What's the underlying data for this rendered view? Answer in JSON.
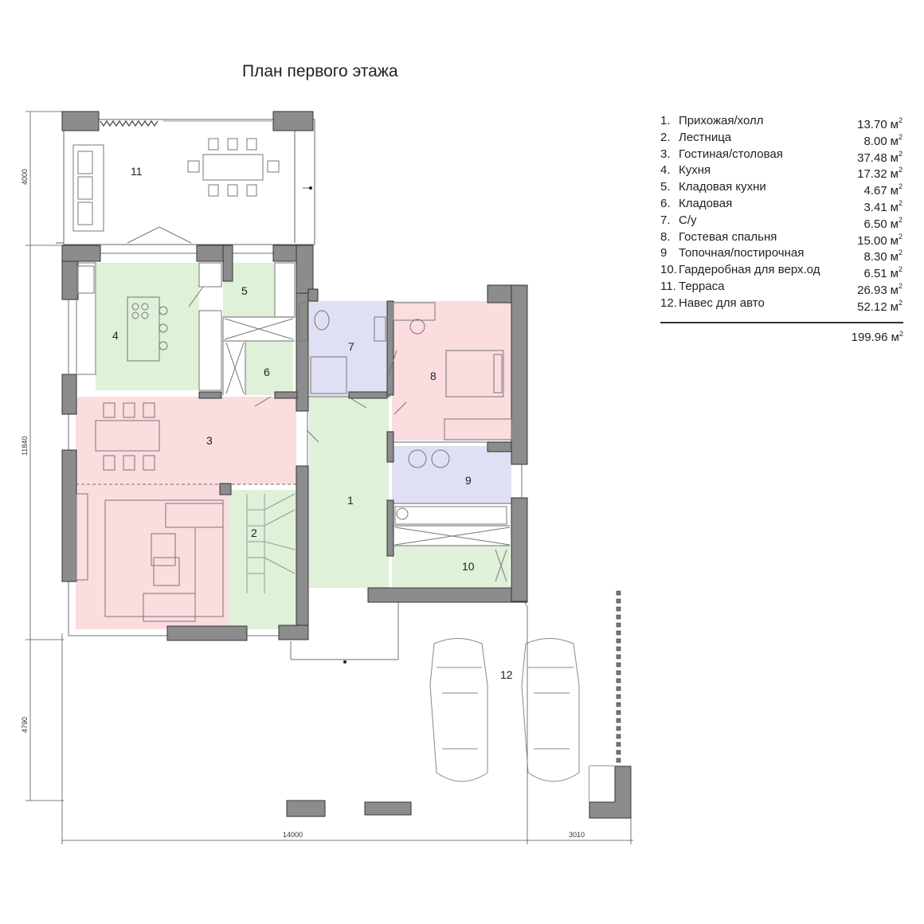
{
  "title": "План первого этажа",
  "legend": {
    "items": [
      {
        "num": "1.",
        "name": "Прихожая/холл",
        "area": "13.70",
        "unit": "м",
        "exp": "2"
      },
      {
        "num": "2.",
        "name": "Лестница",
        "area": "8.00",
        "unit": "м",
        "exp": "2"
      },
      {
        "num": "3.",
        "name": "Гостиная/столовая",
        "area": "37.48",
        "unit": "м",
        "exp": "2"
      },
      {
        "num": "4.",
        "name": "Кухня",
        "area": "17.32",
        "unit": "м",
        "exp": "2"
      },
      {
        "num": "5.",
        "name": "Кладовая кухни",
        "area": "4.67",
        "unit": "м",
        "exp": "2"
      },
      {
        "num": "6.",
        "name": "Кладовая",
        "area": "3.41",
        "unit": "м",
        "exp": "2"
      },
      {
        "num": "7.",
        "name": "С/у",
        "area": "6.50",
        "unit": "м",
        "exp": "2"
      },
      {
        "num": "8.",
        "name": "Гостевая спальня",
        "area": "15.00",
        "unit": "м",
        "exp": "2"
      },
      {
        "num": "9",
        "name": "Топочная/постирочная",
        "area": "8.30",
        "unit": "м",
        "exp": "2"
      },
      {
        "num": "10.",
        "name": "Гардеробная для верх.од",
        "area": "6.51",
        "unit": "м",
        "exp": "2"
      },
      {
        "num": "11.",
        "name": "Терраса",
        "area": "26.93",
        "unit": "м",
        "exp": "2"
      },
      {
        "num": "12.",
        "name": "Навес для авто",
        "area": "52.12",
        "unit": "м",
        "exp": "2"
      }
    ],
    "total": "199.96",
    "total_unit": "м",
    "total_exp": "2"
  },
  "plan": {
    "room_labels": [
      "1",
      "2",
      "3",
      "4",
      "5",
      "6",
      "7",
      "8",
      "9",
      "10",
      "11",
      "12"
    ],
    "dimensions": {
      "terrace_depth": "4000",
      "house_depth": "11840",
      "carport_depth": "4790",
      "house_width": "14000",
      "carport_width": "3010"
    },
    "colors": {
      "wall": "#8c8c8c",
      "green": "#dff1d8",
      "pink": "#fbdcdf",
      "lavender": "#dfe0f3"
    }
  }
}
